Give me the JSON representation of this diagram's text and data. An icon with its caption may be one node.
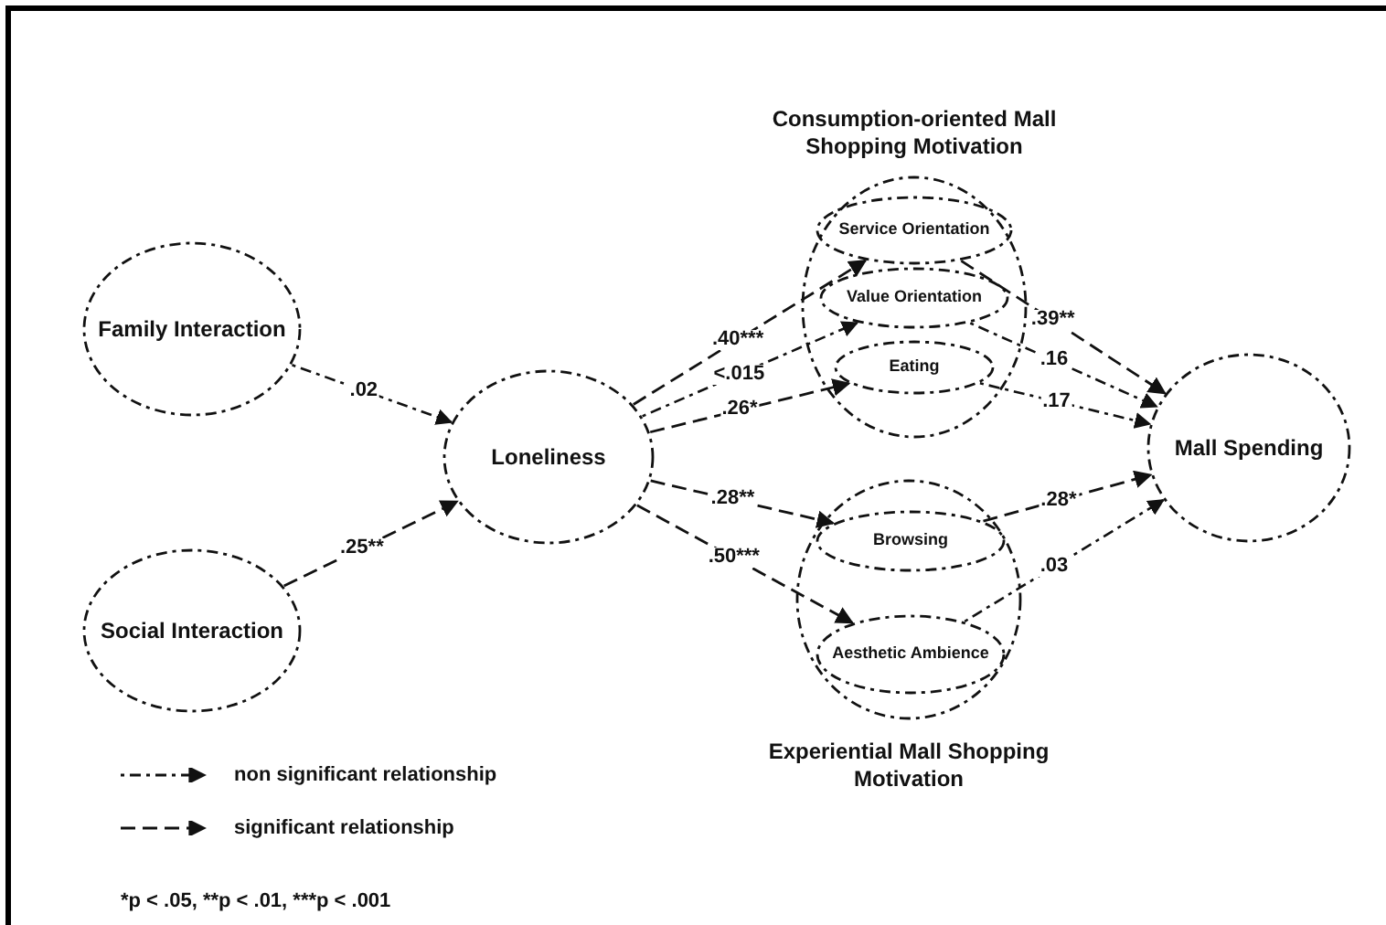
{
  "diagram": {
    "nodes": [
      {
        "text": [
          "Family Interaction"
        ]
      },
      {
        "text": [
          "Social Interaction"
        ]
      },
      {
        "text": [
          "Loneliness"
        ]
      },
      {
        "text": [
          "Consumption-oriented Mall Shopping Motivation"
        ]
      },
      {
        "text": [
          "Service Orientation"
        ],
        "in": 3
      },
      {
        "text": [
          "Value Orientation"
        ],
        "in": 3
      },
      {
        "text": [
          "Eating"
        ],
        "in": 3
      },
      {
        "text": [
          "Experiential Mall Shopping Motivation"
        ]
      },
      {
        "text": [
          "Browsing"
        ],
        "in": 7
      },
      {
        "text": [
          "Aesthetic Ambience"
        ],
        "in": 7
      },
      {
        "text": [
          "Mall Spending"
        ]
      }
    ],
    "edges": [
      {
        "from": 0,
        "to": 2,
        "arrow": "to",
        "label": ".02",
        "style": "dashed"
      },
      {
        "from": 1,
        "to": 2,
        "arrow": "to",
        "label": ".25**"
      },
      {
        "from": 2,
        "to": 4,
        "arrow": "to",
        "label": ".40***"
      },
      {
        "from": 2,
        "to": 5,
        "arrow": "to",
        "label": "<.015",
        "style": "dashed"
      },
      {
        "from": 2,
        "to": 6,
        "arrow": "to",
        "label": ".26*"
      },
      {
        "from": 2,
        "to": 8,
        "arrow": "to",
        "label": ".28**"
      },
      {
        "from": 2,
        "to": 9,
        "arrow": "to",
        "label": ".50***"
      },
      {
        "from": 4,
        "to": 10,
        "arrow": "to",
        "label": ".39**"
      },
      {
        "from": 5,
        "to": 10,
        "arrow": "to",
        "label": ".16",
        "style": "dashed"
      },
      {
        "from": 6,
        "to": 10,
        "arrow": "to",
        "label": ".17",
        "style": "dashed"
      },
      {
        "from": 8,
        "to": 10,
        "arrow": "to",
        "label": ".28*"
      },
      {
        "from": 9,
        "to": 10,
        "arrow": "to",
        "label": ".03",
        "style": "dashed"
      }
    ],
    "labels": [
      "*p < .05, **p < .01, ***p < .001"
    ],
    "legend": [
      {
        "text": "non significant relationship"
      },
      {
        "text": "significant relationship"
      }
    ]
  }
}
